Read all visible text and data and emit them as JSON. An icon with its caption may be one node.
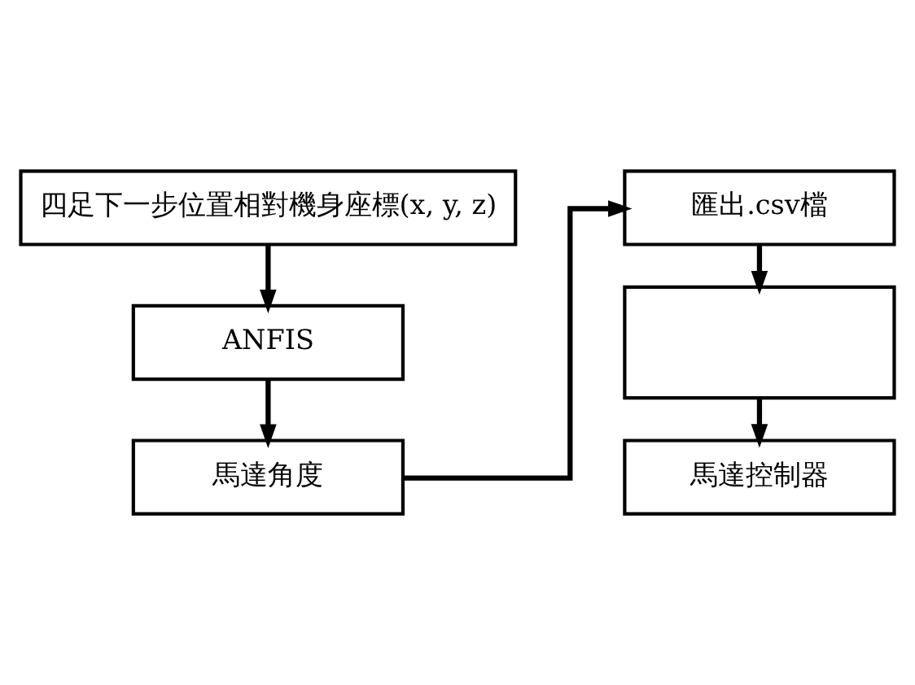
{
  "diagram": {
    "nodes": [
      {
        "text": [
          "四足下一步位置相對機身座標(x, y, z)"
        ]
      },
      {
        "text": [
          "ANFIS"
        ]
      },
      {
        "text": [
          "馬達角度"
        ]
      },
      {
        "text": [
          "匯出.csv檔"
        ]
      },
      {
        "text": [],
        "shape": "box"
      },
      {
        "text": [
          "馬達控制器"
        ]
      }
    ],
    "edges": [
      {
        "from": 0,
        "to": 1,
        "arrow": "to"
      },
      {
        "from": 1,
        "to": 2,
        "arrow": "to"
      },
      {
        "from": 2,
        "to": 3,
        "arrow": "to"
      },
      {
        "from": 3,
        "to": 4,
        "arrow": "to"
      },
      {
        "from": 4,
        "to": 5,
        "arrow": "to"
      }
    ]
  }
}
